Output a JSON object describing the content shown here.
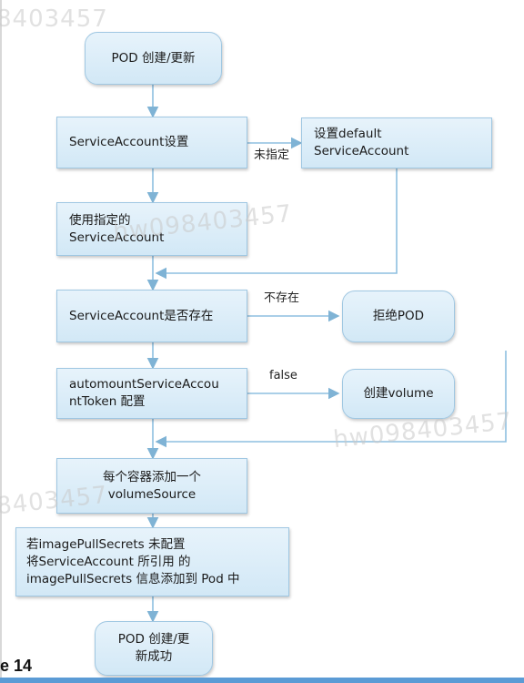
{
  "nodes": {
    "start": "POD 创建/更新",
    "sa_setting": "ServiceAccount设置",
    "set_default": "设置default\nServiceAccount",
    "use_specified": "使用指定的\nServiceAccount",
    "sa_exists": "ServiceAccount是否存在",
    "reject_pod": "拒绝POD",
    "automount": "automountServiceAccou\nntToken 配置",
    "create_volume": "创建volume",
    "add_volume_source": "每个容器添加一个\nvolumeSource",
    "image_pull_secrets": "若imagePullSecrets 未配置\n将ServiceAccount 所引用 的\nimagePullSecrets 信息添加到 Pod 中",
    "end": "POD 创建/更\n新成功"
  },
  "edge_labels": {
    "not_specified": "未指定",
    "not_exists": "不存在",
    "false": "false"
  },
  "watermarks": [
    "8403457",
    "hw098403457",
    "hw098403457",
    "8403457"
  ],
  "figure_caption": "e 14"
}
